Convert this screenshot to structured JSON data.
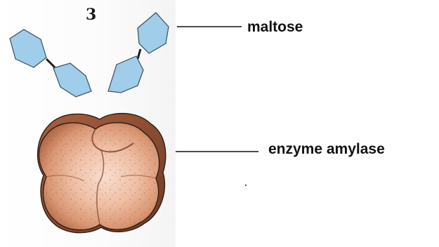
{
  "figure": {
    "panel_number": "3",
    "labels": {
      "maltose": "maltose",
      "enzyme": "enzyme amylase"
    },
    "colors": {
      "sugar_fill": "#9fcdea",
      "sugar_stroke": "#3a4f60",
      "enzyme_light": "#f6d2c0",
      "enzyme_mid": "#dfa07f",
      "enzyme_dark": "#9c5a3a",
      "enzyme_stroke": "#2e1e18",
      "leader_line": "#111111"
    }
  }
}
